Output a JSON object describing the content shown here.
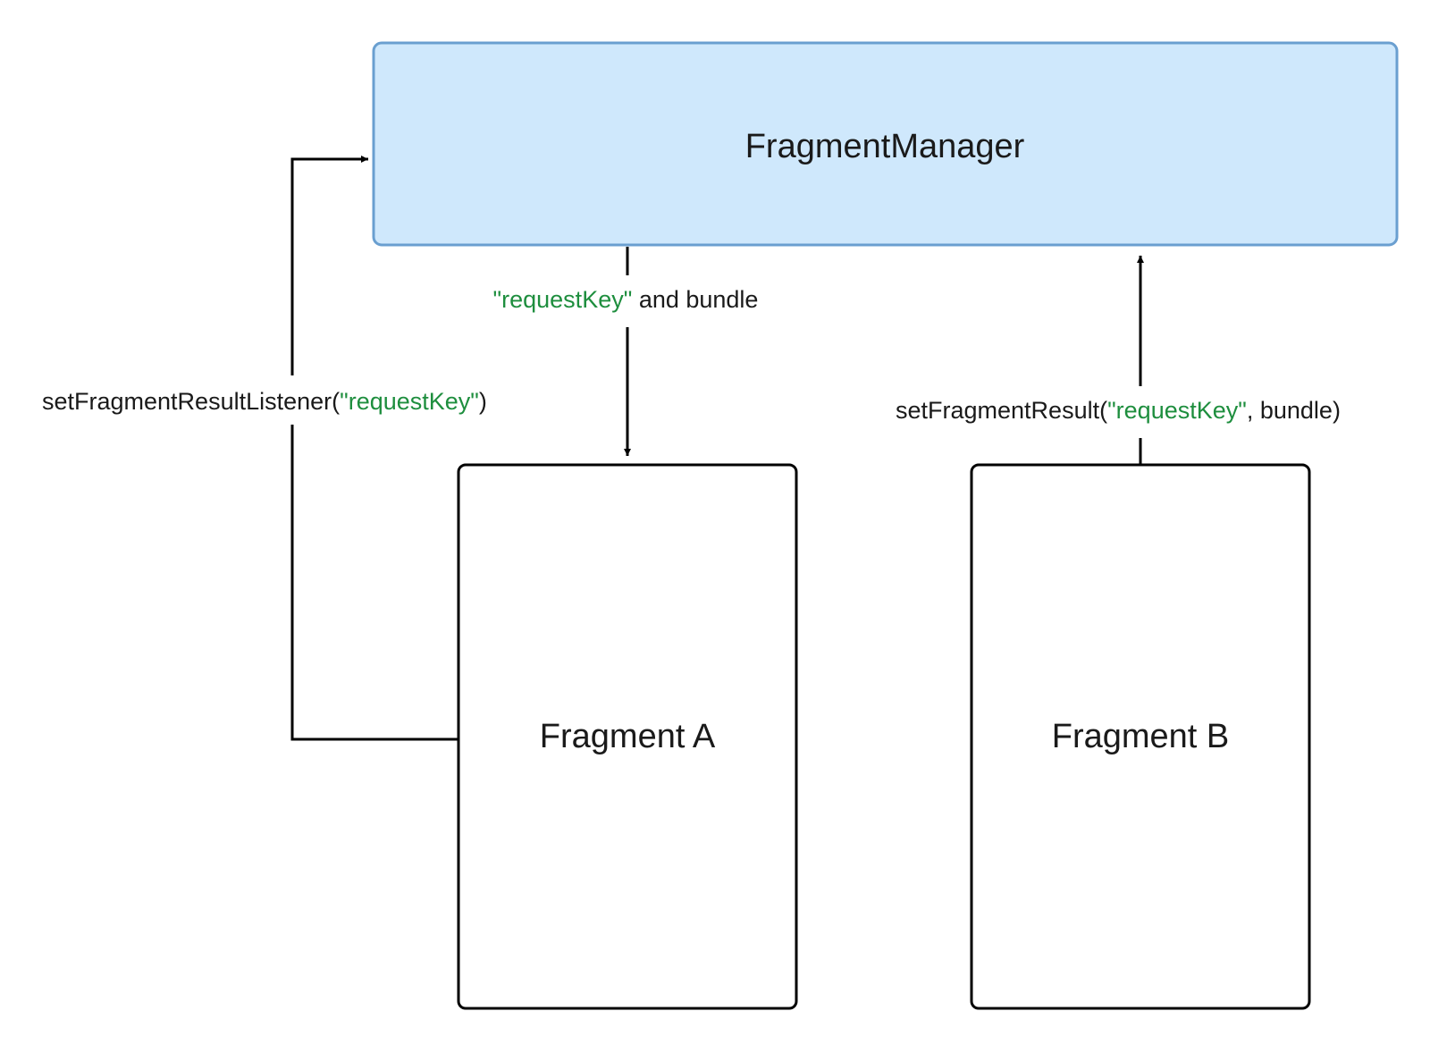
{
  "nodes": {
    "fragment_manager": {
      "label": "FragmentManager"
    },
    "fragment_a": {
      "label": "Fragment A"
    },
    "fragment_b": {
      "label": "Fragment B"
    }
  },
  "edges": {
    "listener": {
      "prefix": "setFragmentResultListener(",
      "key": "\"requestKey\"",
      "suffix": ")"
    },
    "delivery": {
      "key": "\"requestKey\"",
      "suffix": " and bundle"
    },
    "result": {
      "prefix": "setFragmentResult(",
      "key": "\"requestKey\"",
      "suffix": ", bundle)"
    }
  },
  "colors": {
    "manager_fill": "#cfe8fc",
    "manager_border": "#6a9fd0",
    "key_text": "#1e8e3e",
    "line": "#000000"
  }
}
